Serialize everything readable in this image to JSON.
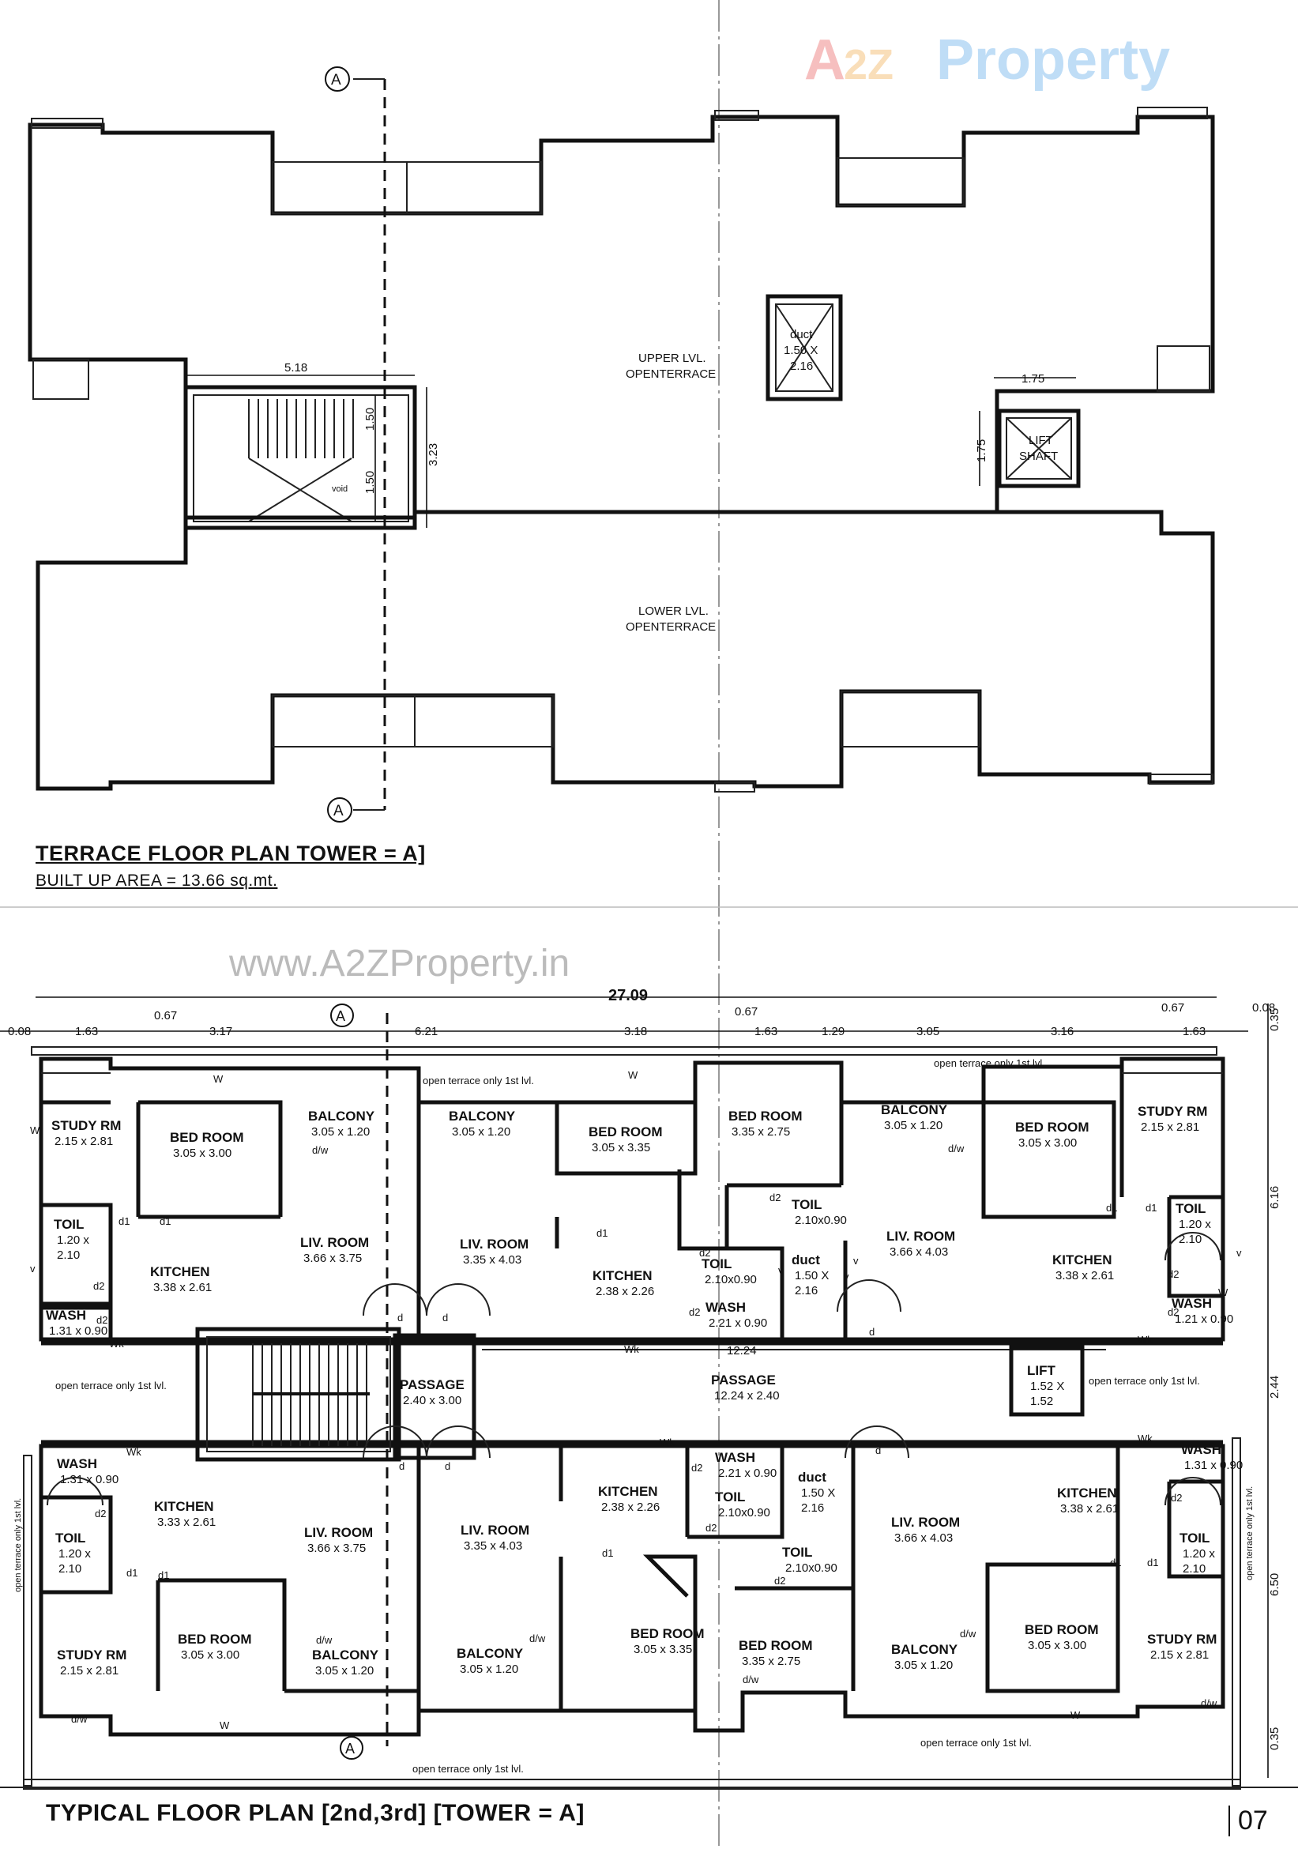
{
  "watermark": {
    "brand_a": "A",
    "brand_2z": "2Z",
    "brand_property": "Property",
    "site": "www.A2ZProperty.in",
    "colors": [
      "#e84a4a",
      "#f0a23a",
      "#4a9fe8",
      "#7cc246"
    ]
  },
  "page_number": "07",
  "terrace": {
    "title": "TERRACE FLOOR PLAN TOWER = A]",
    "subtitle": "BUILT UP AREA = 13.66 sq.mt.",
    "section_mark": "A",
    "upper_line1": "UPPER LVL.",
    "upper_line2": "OPENTERRACE",
    "lower_line1": "LOWER LVL.",
    "lower_line2": "OPENTERRACE",
    "duct_l1": "duct",
    "duct_l2": "1.50 X",
    "duct_l3": "2.16",
    "lift_l1": "LIFT",
    "lift_l2": "SHAFT",
    "void": "void",
    "dim_518": "5.18",
    "dim_150a": "1.50",
    "dim_150b": "1.50",
    "dim_323": "3.23",
    "dim_175h": "1.75",
    "dim_175v": "1.75"
  },
  "typical": {
    "title": "TYPICAL FLOOR PLAN [2nd,3rd] [TOWER = A]",
    "total": "27.09",
    "dims_top": [
      "0.08",
      "1.63",
      "0.67",
      "3.17",
      "6.21",
      "3.18",
      "0.67",
      "1.63",
      "1.29",
      "3.05",
      "3.16",
      "0.67",
      "1.63",
      "0.08"
    ],
    "dims_right": [
      "0.35",
      "6.16",
      "2.44",
      "6.50",
      "0.35"
    ],
    "passage_width": "12.24",
    "open_terrace": "open terrace only 1st lvl.",
    "open_terrace_short": "open terrace only 1st lvl.",
    "rooms": {
      "study1": [
        "STUDY RM",
        "2.15 x 2.81"
      ],
      "bed1": [
        "BED ROOM",
        "3.05 x 3.00"
      ],
      "balc1": [
        "BALCONY",
        "3.05 x 1.20"
      ],
      "balc2": [
        "BALCONY",
        "3.05 x 1.20"
      ],
      "bed2": [
        "BED ROOM",
        "3.05 x 3.35"
      ],
      "bed3": [
        "BED ROOM",
        "3.35 x 2.75"
      ],
      "balc3": [
        "BALCONY",
        "3.05 x 1.20"
      ],
      "bed4": [
        "BED ROOM",
        "3.05 x 3.00"
      ],
      "study2": [
        "STUDY RM",
        "2.15 x 2.81"
      ],
      "toil1": [
        "TOIL",
        "1.20 x",
        "2.10"
      ],
      "kit1": [
        "KITCHEN",
        "3.38 x 2.61"
      ],
      "liv1": [
        "LIV. ROOM",
        "3.66 x 3.75"
      ],
      "liv2": [
        "LIV. ROOM",
        "3.35 x 4.03"
      ],
      "kit2": [
        "KITCHEN",
        "2.38 x 2.26"
      ],
      "toil2": [
        "TOIL",
        "2.10x0.90"
      ],
      "toil3": [
        "TOIL",
        "2.10x0.90"
      ],
      "duct1": [
        "duct",
        "1.50 X",
        "2.16"
      ],
      "liv3": [
        "LIV. ROOM",
        "3.66 x 4.03"
      ],
      "kit3": [
        "KITCHEN",
        "3.38 x 2.61"
      ],
      "toil4": [
        "TOIL",
        "1.20 x",
        "2.10"
      ],
      "wash1": [
        "WASH",
        "1.31 x 0.90"
      ],
      "wash2": [
        "WASH",
        "2.21 x 0.90"
      ],
      "wash3": [
        "WASH",
        "1.21 x 0.90"
      ],
      "passage1": [
        "PASSAGE",
        "2.40 x 3.00"
      ],
      "passage2": [
        "PASSAGE",
        "12.24 x 2.40"
      ],
      "lift": [
        "LIFT",
        "1.52 X",
        "1.52"
      ],
      "wash4": [
        "WASH",
        "1.31 x 0.90"
      ],
      "kit4": [
        "KITCHEN",
        "3.33 x 2.61"
      ],
      "toil5": [
        "TOIL",
        "1.20 x",
        "2.10"
      ],
      "liv4": [
        "LIV. ROOM",
        "3.66 x 3.75"
      ],
      "liv5": [
        "LIV. ROOM",
        "3.35 x 4.03"
      ],
      "kit5": [
        "KITCHEN",
        "2.38 x 2.26"
      ],
      "wash5": [
        "WASH",
        "2.21 x 0.90"
      ],
      "toil6": [
        "TOIL",
        "2.10x0.90"
      ],
      "duct2": [
        "duct",
        "1.50 X",
        "2.16"
      ],
      "toil7": [
        "TOIL",
        "2.10x0.90"
      ],
      "liv6": [
        "LIV. ROOM",
        "3.66 x 4.03"
      ],
      "kit6": [
        "KITCHEN",
        "3.38 x 2.61"
      ],
      "wash6": [
        "WASH",
        "1.31 x 0.90"
      ],
      "toil8": [
        "TOIL",
        "1.20 x",
        "2.10"
      ],
      "study3": [
        "STUDY RM",
        "2.15 x 2.81"
      ],
      "bed5": [
        "BED ROOM",
        "3.05 x 3.00"
      ],
      "balc4": [
        "BALCONY",
        "3.05 x 1.20"
      ],
      "balc5": [
        "BALCONY",
        "3.05 x 1.20"
      ],
      "bed6": [
        "BED ROOM",
        "3.05 x 3.35"
      ],
      "bed7": [
        "BED ROOM",
        "3.35 x 2.75"
      ],
      "balc6": [
        "BALCONY",
        "3.05 x 1.20"
      ],
      "bed8": [
        "BED ROOM",
        "3.05 x 3.00"
      ],
      "study4": [
        "STUDY RM",
        "2.15 x 2.81"
      ]
    },
    "marks": {
      "d": "d",
      "d1": "d1",
      "d2": "d2",
      "w": "W",
      "wk": "Wk",
      "v": "v",
      "dw": "d/w"
    }
  }
}
